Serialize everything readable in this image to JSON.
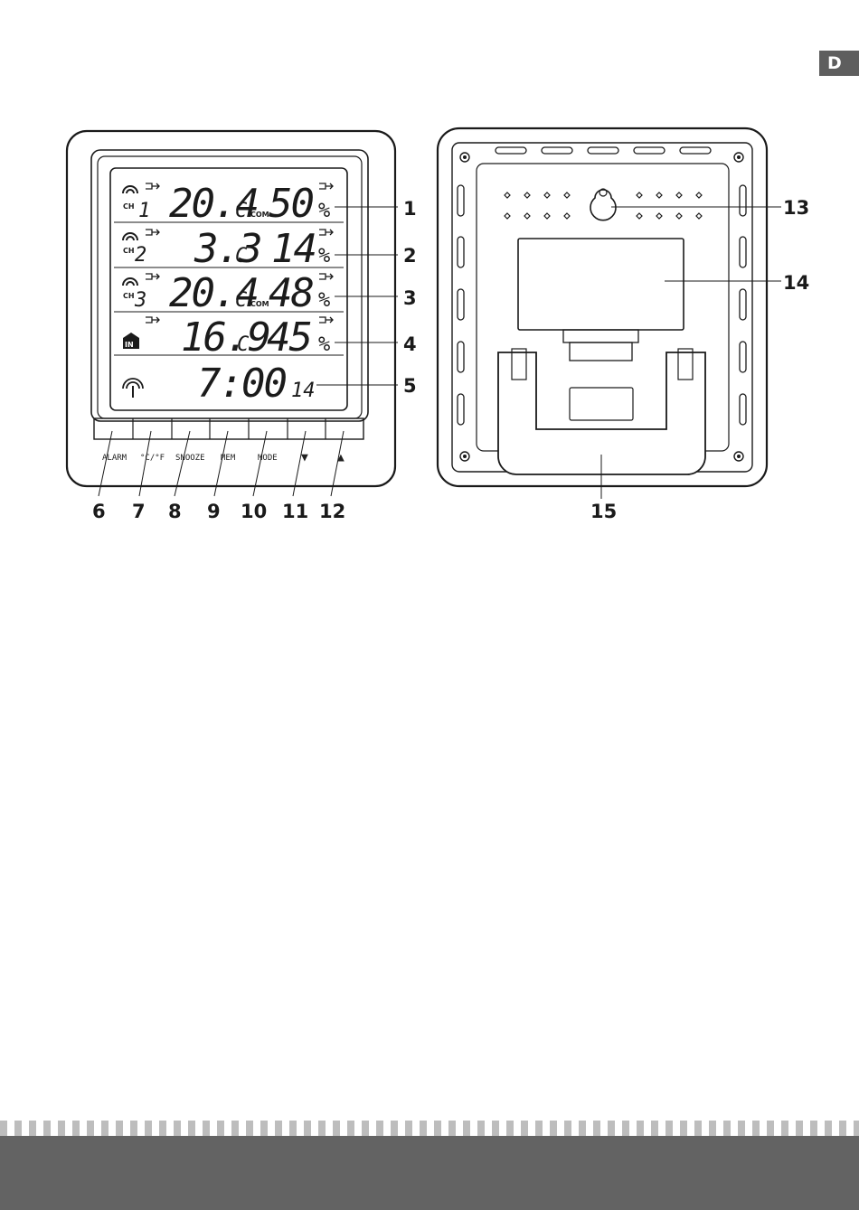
{
  "language_tab": "D",
  "front": {
    "rows": [
      {
        "channel": "CH",
        "channel_number": "1",
        "temperature": "20.4",
        "temp_unit": "C",
        "comfort": "COM",
        "humidity": "50",
        "humidity_unit": "%"
      },
      {
        "channel": "CH",
        "channel_number": "2",
        "temperature": "3.3",
        "temp_unit": "C",
        "comfort": "",
        "humidity": "14",
        "humidity_unit": "%"
      },
      {
        "channel": "CH",
        "channel_number": "3",
        "temperature": "20.4",
        "temp_unit": "C",
        "comfort": "COM",
        "humidity": "48",
        "humidity_unit": "%"
      },
      {
        "channel": "IN",
        "channel_number": "",
        "temperature": "16.9",
        "temp_unit": "C",
        "comfort": "",
        "humidity": "45",
        "humidity_unit": "%"
      }
    ],
    "time": "7:00",
    "date": "14",
    "buttons": [
      "ALARM",
      "°C/°F",
      "SNOOZE",
      "MEM",
      "MODE",
      "▼",
      "▲"
    ]
  },
  "callouts": {
    "front_right": [
      "1",
      "2",
      "3",
      "4",
      "5"
    ],
    "front_bottom": [
      "6",
      "7",
      "8",
      "9",
      "10",
      "11",
      "12"
    ],
    "back_right": [
      "13",
      "14"
    ],
    "back_bottom": "15"
  }
}
